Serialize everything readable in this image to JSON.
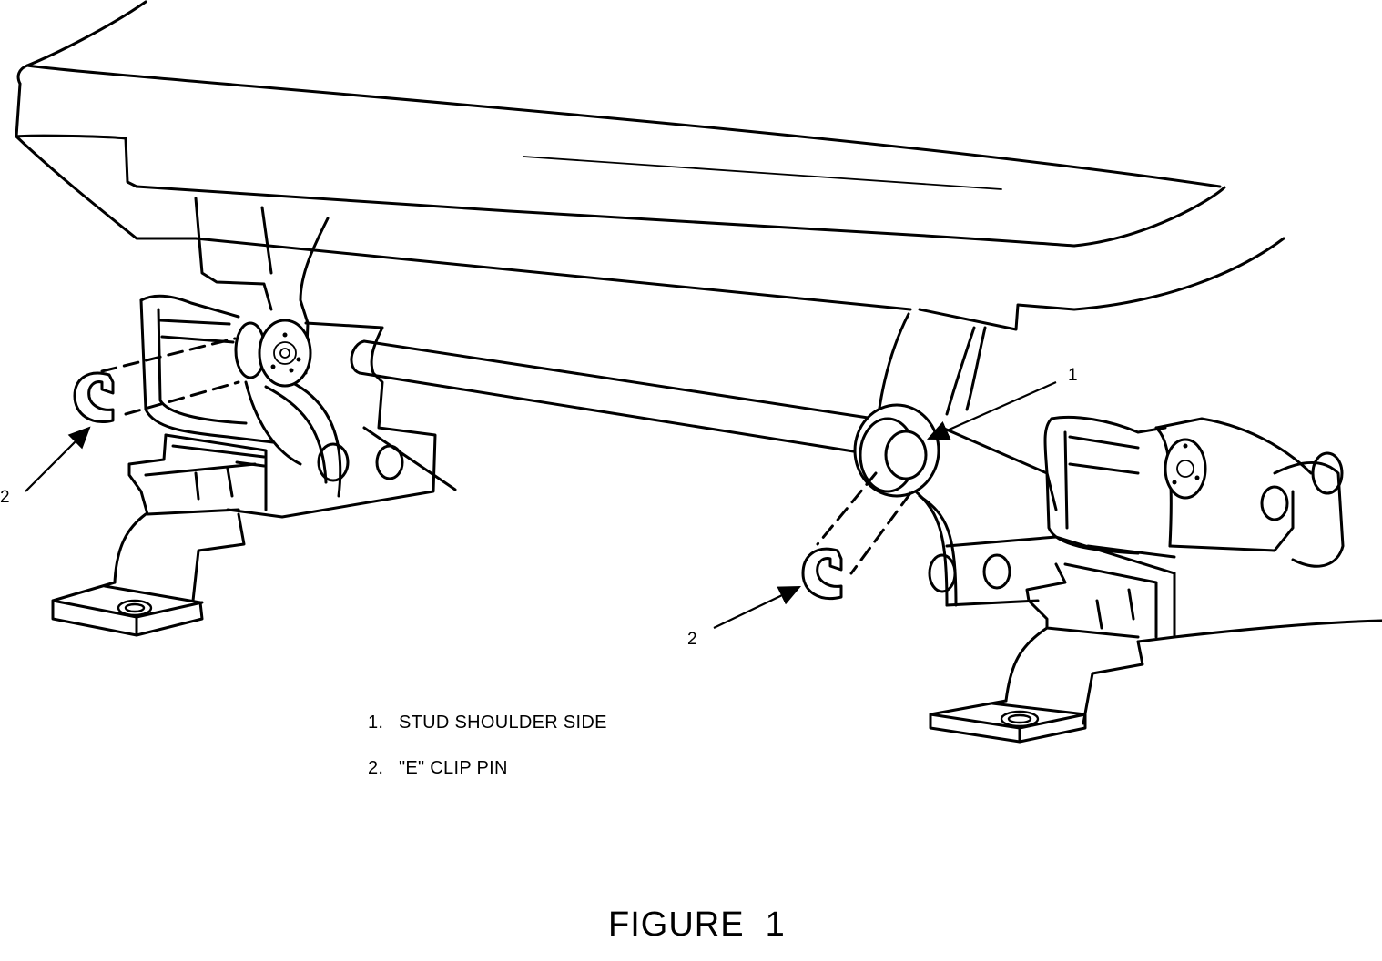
{
  "callouts": {
    "left_2": "2",
    "right_2": "2",
    "right_1": "1"
  },
  "legend": [
    {
      "number": "1.",
      "text": "STUD SHOULDER SIDE"
    },
    {
      "number": "2.",
      "text": "\"E\" CLIP PIN"
    }
  ],
  "figure_title": "FIGURE  1"
}
